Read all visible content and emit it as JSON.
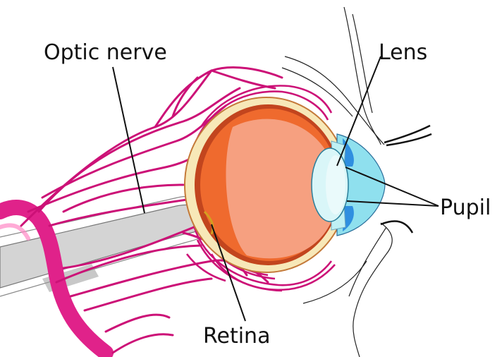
{
  "labels": {
    "optic_nerve": "Optic nerve",
    "lens": "Lens",
    "pupil": "Pupil",
    "retina": "Retina"
  },
  "colors": {
    "vessel": "#cc1177",
    "vessel_main": "#e0228a",
    "eyeball_orange": "#ef6a2e",
    "eyeball_peach": "#f6a080",
    "sclera": "#f7e8b8",
    "lens": "#d9f6f8",
    "cornea": "#8fe0ee",
    "iris_blue": "#2f8fe0",
    "nerve_grey": "#d4d4d4",
    "leader": "#111111"
  }
}
